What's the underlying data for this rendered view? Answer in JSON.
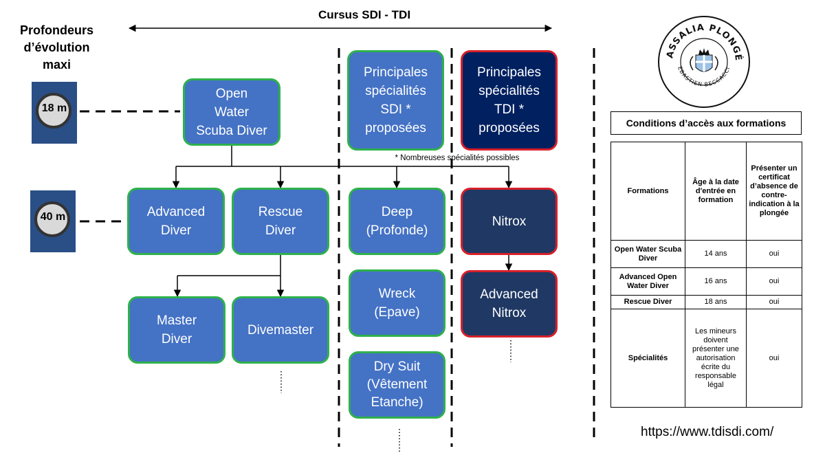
{
  "left_title": [
    "Profondeurs",
    "d’évolution",
    "maxi"
  ],
  "cursus_title": "Cursus SDI - TDI",
  "depths": [
    "18 m",
    "40 m"
  ],
  "boxes": {
    "open_water": [
      "Open",
      "Water",
      "Scuba Diver"
    ],
    "advanced": [
      "Advanced",
      "Diver"
    ],
    "rescue": [
      "Rescue",
      "Diver"
    ],
    "master": [
      "Master",
      "Diver"
    ],
    "divemaster": [
      "Divemaster"
    ],
    "sdi_specialties": [
      "Principales",
      "spécialités",
      "SDI *",
      "proposées"
    ],
    "tdi_specialties": [
      "Principales",
      "spécialités",
      "TDI *",
      "proposées"
    ],
    "deep": [
      "Deep",
      "(Profonde)"
    ],
    "wreck": [
      "Wreck",
      "(Epave)"
    ],
    "dry_suit": [
      "Dry Suit",
      "(Vêtement",
      "Etanche)"
    ],
    "nitrox": [
      "Nitrox"
    ],
    "advanced_nitrox": [
      "Advanced",
      "Nitrox"
    ]
  },
  "note": "* Nombreuses spécialités possibles",
  "logo": {
    "top_text": "MASSALIA PLONGÉE",
    "bottom_text": "SEBASTIEN BECCACCIA"
  },
  "conditions": {
    "title": "Conditions d’accès aux formations",
    "headers": [
      "Formations",
      "Âge à la date d'entrée en formation",
      "Présenter un certificat d’absence de contre-indication à la plongée"
    ],
    "rows": [
      [
        "Open Water Scuba Diver",
        "14 ans",
        "oui"
      ],
      [
        "Advanced Open Water Diver",
        "16 ans",
        "oui"
      ],
      [
        "Rescue Diver",
        "18 ans",
        "oui"
      ],
      [
        "Spécialités",
        "Les mineurs doivent présenter une autorisation écrite du responsable légal",
        "oui"
      ]
    ]
  },
  "url": "https://www.tdisdi.com/",
  "colors": {
    "sdi_fill": "#4472c4",
    "sdi_border": "#2eb14c",
    "tdi_fill": "#002060",
    "tdi_border": "#d7202a"
  }
}
